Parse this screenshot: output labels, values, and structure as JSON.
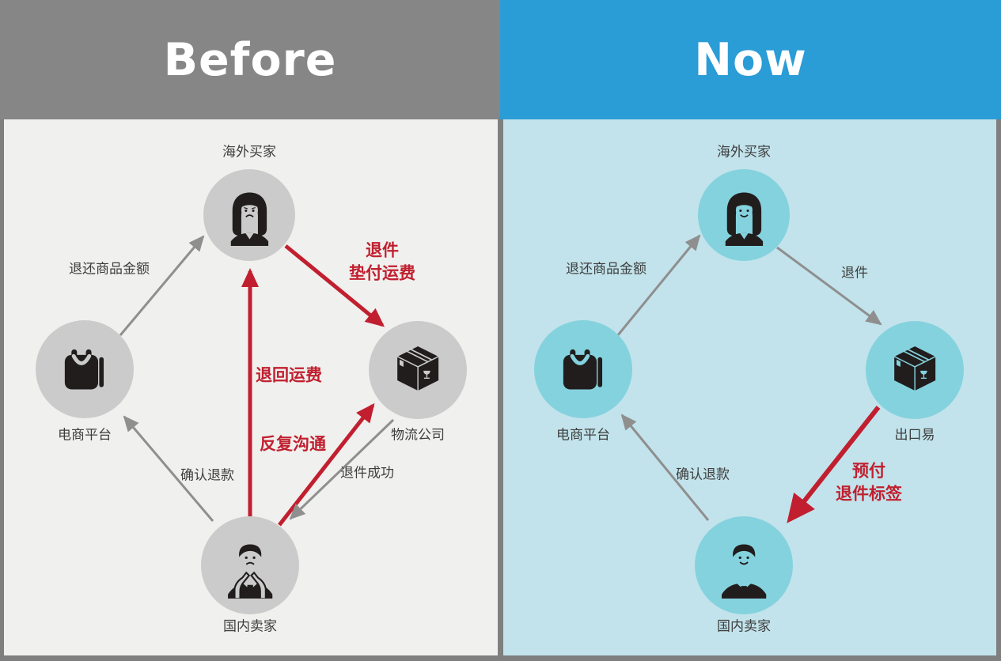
{
  "colors": {
    "frame_gray": "#7f7f7f",
    "header_gray": "#868686",
    "header_blue": "#2a9cd6",
    "panel_gray": "#f0f0ee",
    "panel_blue": "#c2e3eb",
    "circle_gray": "#cbcbcb",
    "circle_cyan": "#84d2de",
    "arrow_gray": "#8f8f8f",
    "accent_red": "#c11f2f",
    "label_text": "#3e3e3e"
  },
  "panels": {
    "before": {
      "title": "Before",
      "nodes": {
        "buyer": "海外买家",
        "platform": "电商平台",
        "logistics": "物流公司",
        "seller": "国内卖家"
      },
      "edges": {
        "refund_amount": "退还商品金额",
        "return_line1": "退件",
        "return_line2": "垫付运费",
        "return_shipping_fee": "退回运费",
        "repeated_communication": "反复沟通",
        "return_success": "退件成功",
        "confirm_refund": "确认退款"
      }
    },
    "now": {
      "title": "Now",
      "nodes": {
        "buyer": "海外买家",
        "platform": "电商平台",
        "chukou1": "出口易",
        "seller": "国内卖家"
      },
      "edges": {
        "refund_amount": "退还商品金额",
        "return": "退件",
        "prepaid_line1": "预付",
        "prepaid_line2": "退件标签",
        "confirm_refund": "确认退款"
      }
    }
  }
}
